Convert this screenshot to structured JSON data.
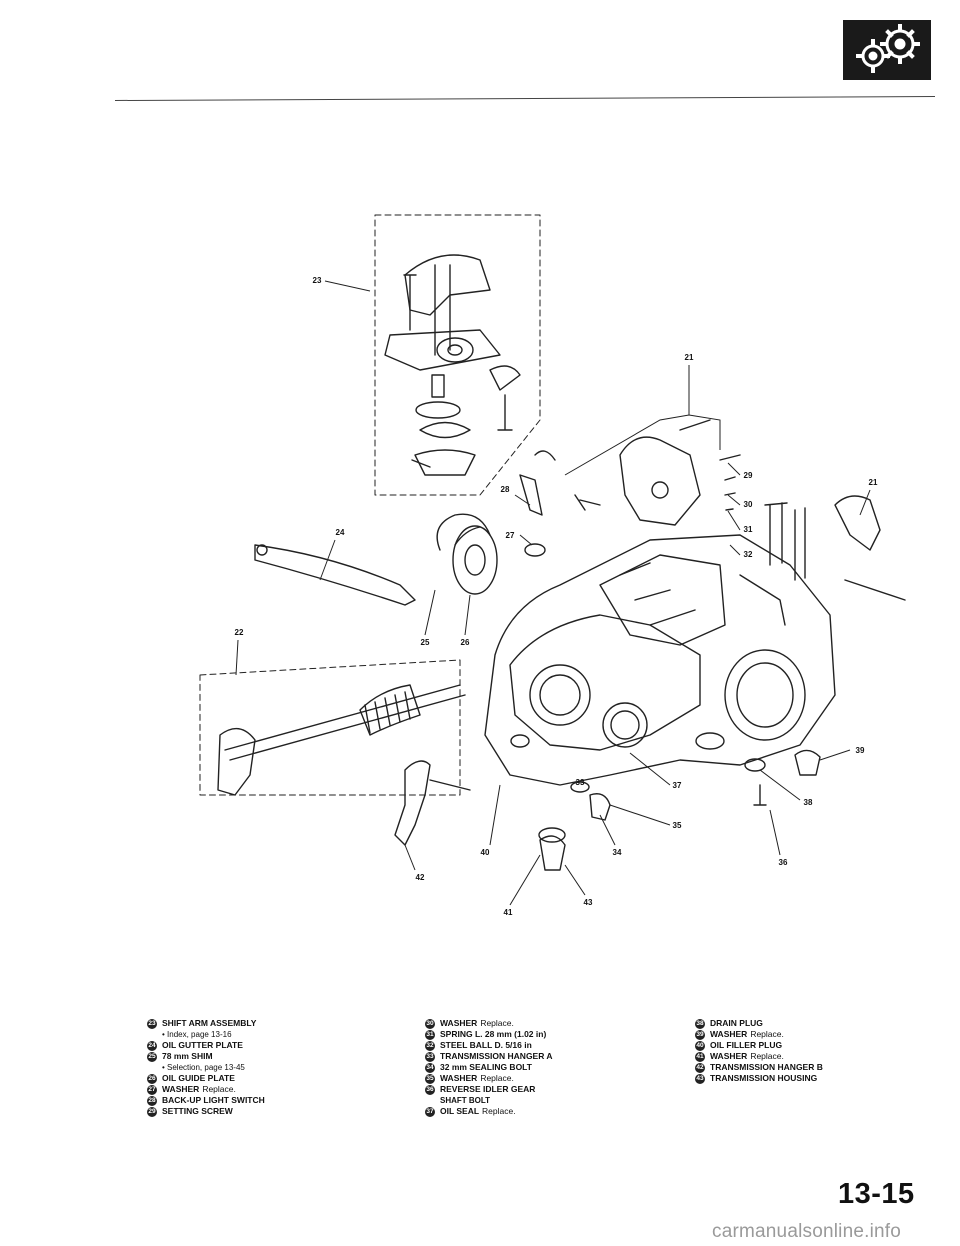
{
  "page_number": "13-15",
  "watermark": "carmanualsonline.info",
  "callouts": {
    "c23": "23",
    "c21a": "21",
    "c21b": "21",
    "c22": "22",
    "c24": "24",
    "c25": "25",
    "c26": "26",
    "c27": "27",
    "c28": "28",
    "c29": "29",
    "c30": "30",
    "c31": "31",
    "c32": "32",
    "c33": "33",
    "c34": "34",
    "c35": "35",
    "c36": "36",
    "c37": "37",
    "c38": "38",
    "c39": "39",
    "c40": "40",
    "c41": "41",
    "c42": "42",
    "c43": "43"
  },
  "legend": {
    "col1": [
      {
        "num": "23",
        "label": "SHIFT ARM ASSEMBLY",
        "sub": "• Index, page 13-16"
      },
      {
        "num": "24",
        "label": "OIL GUTTER PLATE"
      },
      {
        "num": "25",
        "label": "78 mm SHIM",
        "sub": "• Selection, page 13-45"
      },
      {
        "num": "26",
        "label": "OIL GUIDE PLATE"
      },
      {
        "num": "27",
        "label": "WASHER",
        "note": "Replace."
      },
      {
        "num": "28",
        "label": "BACK-UP LIGHT SWITCH"
      },
      {
        "num": "29",
        "label": "SETTING SCREW"
      }
    ],
    "col2": [
      {
        "num": "30",
        "label": "WASHER",
        "note": "Replace."
      },
      {
        "num": "31",
        "label": "SPRING L. 28 mm (1.02 in)"
      },
      {
        "num": "32",
        "label": "STEEL BALL D. 5/16 in"
      },
      {
        "num": "33",
        "label": "TRANSMISSION HANGER A"
      },
      {
        "num": "34",
        "label": "32 mm SEALING BOLT"
      },
      {
        "num": "35",
        "label": "WASHER",
        "note": "Replace."
      },
      {
        "num": "36",
        "label": "REVERSE IDLER GEAR",
        "sub": "SHAFT BOLT"
      },
      {
        "num": "37",
        "label": "OIL SEAL",
        "note": "Replace."
      }
    ],
    "col3": [
      {
        "num": "38",
        "label": "DRAIN PLUG"
      },
      {
        "num": "39",
        "label": "WASHER",
        "note": "Replace."
      },
      {
        "num": "40",
        "label": "OIL FILLER PLUG"
      },
      {
        "num": "41",
        "label": "WASHER",
        "note": "Replace."
      },
      {
        "num": "42",
        "label": "TRANSMISSION HANGER B"
      },
      {
        "num": "43",
        "label": "TRANSMISSION HOUSING"
      }
    ]
  }
}
